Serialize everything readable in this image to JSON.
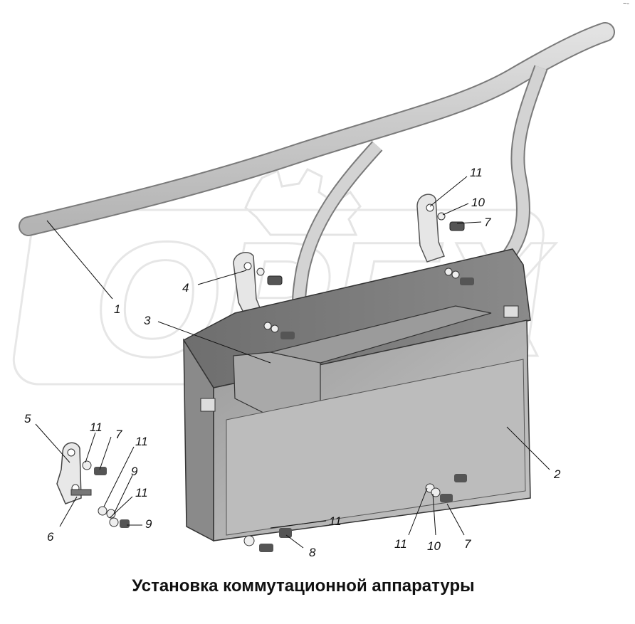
{
  "title": "Установка коммутационной аппаратуры",
  "corner_mark": "~-",
  "watermark": {
    "text": "ОРЕХ"
  },
  "callouts": [
    {
      "id": "c1",
      "label": "1"
    },
    {
      "id": "c2",
      "label": "2"
    },
    {
      "id": "c3",
      "label": "3"
    },
    {
      "id": "c4",
      "label": "4"
    },
    {
      "id": "c5",
      "label": "5"
    },
    {
      "id": "c6",
      "label": "6"
    },
    {
      "id": "c7a",
      "label": "7"
    },
    {
      "id": "c7b",
      "label": "7"
    },
    {
      "id": "c7c",
      "label": "7"
    },
    {
      "id": "c8",
      "label": "8"
    },
    {
      "id": "c9a",
      "label": "9"
    },
    {
      "id": "c9b",
      "label": "9"
    },
    {
      "id": "c10a",
      "label": "10"
    },
    {
      "id": "c10b",
      "label": "10"
    },
    {
      "id": "c11a",
      "label": "11"
    },
    {
      "id": "c11b",
      "label": "11"
    },
    {
      "id": "c11c",
      "label": "11"
    },
    {
      "id": "c11d",
      "label": "11"
    },
    {
      "id": "c11e",
      "label": "11"
    },
    {
      "id": "c11f",
      "label": "11"
    }
  ]
}
